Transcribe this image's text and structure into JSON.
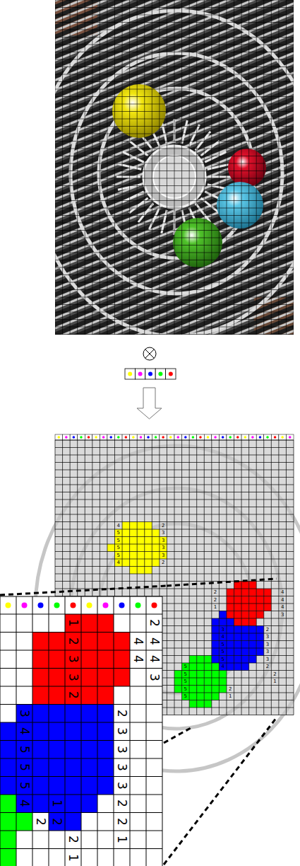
{
  "diagram": {
    "labels": [
      "4 5 5 5 5 4",
      "2 3 3 3 3 2",
      "2 2 1",
      "4 4 4 3",
      "3 4 5 5 5 4",
      "2 3 3 3 3 2",
      "5 5 5 5 5",
      "2 1",
      "2 1",
      "1",
      "2",
      "3",
      "3",
      "2",
      "2",
      "4",
      "4",
      "3",
      "4",
      "4",
      "3",
      "4",
      "5",
      "5",
      "5",
      "4",
      "2",
      "3",
      "3",
      "3",
      "3",
      "2",
      "1",
      "2",
      "2",
      "2",
      "1",
      "2",
      "1"
    ]
  }
}
